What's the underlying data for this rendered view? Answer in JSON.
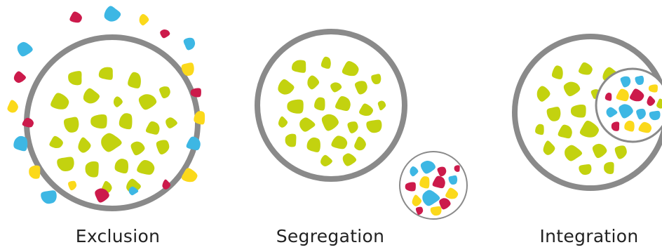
{
  "colors": {
    "ring": "#8a8a8a",
    "green": "#c3d20f",
    "blue": "#3db7e4",
    "yellow": "#fbd91b",
    "red": "#cc1a4b"
  },
  "panels": [
    {
      "id": "exclusion",
      "label": "Exclusion"
    },
    {
      "id": "segregation",
      "label": "Segregation"
    },
    {
      "id": "integration",
      "label": "Integration"
    }
  ]
}
